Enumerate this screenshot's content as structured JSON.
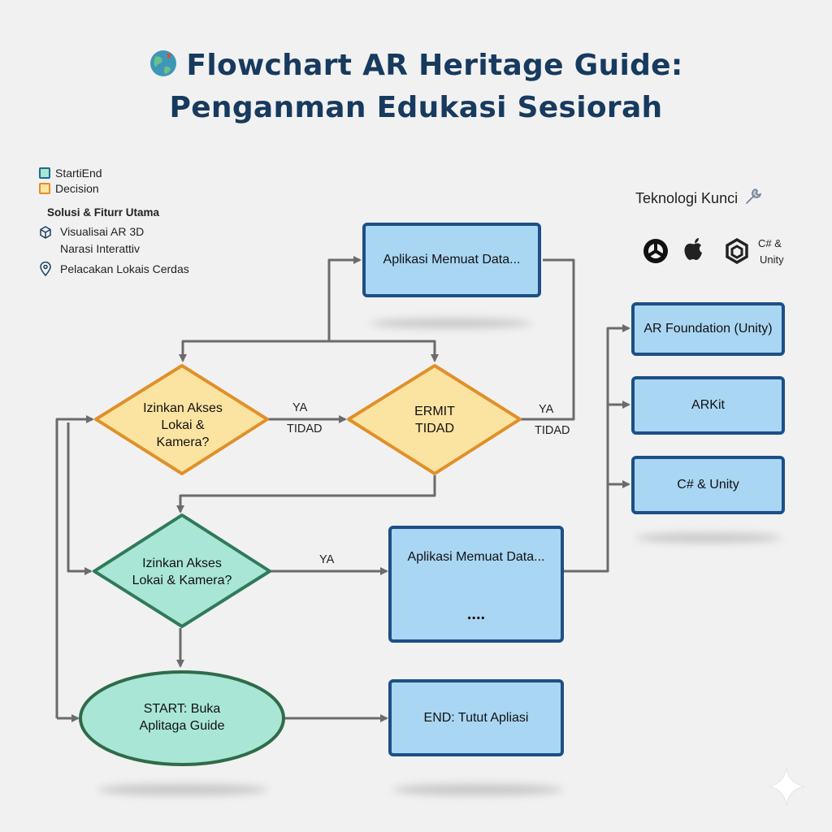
{
  "title": {
    "line1": "Flowchart AR Heritage Guide:",
    "line2": "Penganman Edukasi Sesiorah"
  },
  "legend": {
    "start_end": "StartiEnd",
    "decision": "Decision",
    "features_heading": "Solusi & Fiturr Utama",
    "features": [
      "Visualisai AR 3D",
      "Narasi Interattiv",
      "Pelacakan Lokais Cerdas"
    ],
    "colors": {
      "start_end": "#1f6b8a",
      "decision": "#e0902a"
    }
  },
  "tech": {
    "heading": "Teknologi Kunci",
    "logo_caption_line1": "C# &",
    "logo_caption_line2": "Unity",
    "icons": [
      "ar-foundation-logo",
      "apple-logo",
      "unity-logo",
      "wrench-icon"
    ],
    "boxes": [
      "AR Foundation (Unity)",
      "ARKit",
      "C# & Unity"
    ]
  },
  "flow": {
    "top_box": "Aplikasi Memuat Data...",
    "decision1": [
      "Izinkan Akses",
      "Lokai &",
      "Kamera?"
    ],
    "decision2": [
      "ERMIT",
      "TIDAD"
    ],
    "decision3": [
      "Izinkan Akses",
      "Lokai & Kamera?"
    ],
    "mid_box": "Aplikasi Memuat Data...",
    "mid_box_ellipsis": "....",
    "start": [
      "START: Buka",
      "Aplitaga Guide"
    ],
    "end": "END: Tutut Apliasi",
    "labels": {
      "ya_1": "YA",
      "tidad_1": "TIDAD",
      "ya_2": "YA",
      "tidad_2": "TIDAD",
      "ya_3": "YA"
    }
  },
  "colors": {
    "title": "#173a5e",
    "box_fill": "#a9d6f3",
    "box_border": "#1d4f86",
    "decision_fill": "#fbe3a1",
    "decision_border": "#e0902a",
    "decision3_fill": "#a9e6d6",
    "decision3_border": "#2f7a5a",
    "start_fill": "#a9e6d6",
    "start_border": "#2f6b4a",
    "arrow": "#6b6b6b"
  }
}
